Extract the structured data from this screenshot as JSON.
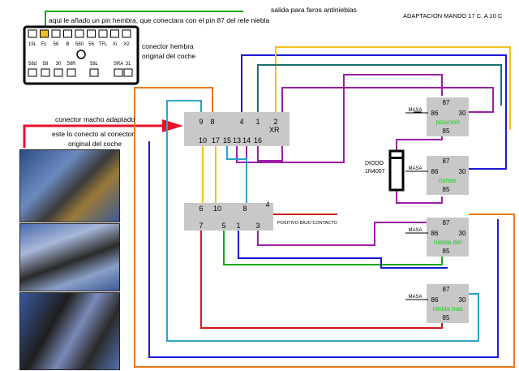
{
  "title": "ADAPTACION MANDO 17 C. A 10 C",
  "annotations": {
    "fog_output": "salida para faros antinieblas",
    "pin_added": "aqui le añado un pin hembra, que conectara con el pin 87 del rele niebla",
    "female_connector_line1": "conector hembra",
    "female_connector_line2": "original del coche",
    "male_connector": "conector macho adaptado",
    "connect_line1": "este lo conecto al conector",
    "connect_line2": "original del coche",
    "positivo": "POSITIVO BAJO CONTACTO",
    "diode_line1": "DIODO",
    "diode_line2": "1N4007"
  },
  "connector17": {
    "top_row": [
      "15L",
      "FL",
      "56",
      "B",
      "560",
      "56",
      "TFL",
      "Xi",
      "X2"
    ],
    "bottom_row": [
      "58d",
      "58",
      "30",
      "58R",
      "58L",
      "SRA",
      "31"
    ]
  },
  "block_xr": {
    "label": "XR",
    "top_pins": [
      "9",
      "8",
      "4",
      "1",
      "2"
    ],
    "bottom_pins": [
      "10",
      "17",
      "15",
      "13",
      "14",
      "16"
    ]
  },
  "block_10": {
    "top_pins": [
      "6",
      "10",
      "8",
      "4"
    ],
    "bottom_pins": [
      "7",
      "5",
      "1",
      "3"
    ]
  },
  "relays": [
    {
      "name": "posicion",
      "masa": "MASA",
      "p87": "87",
      "p86": "86",
      "p30": "30",
      "p85": "85"
    },
    {
      "name": "cortas",
      "masa": "MASA",
      "p87": "87",
      "p86": "86",
      "p30": "30",
      "p85": "85"
    },
    {
      "name": "niebla del",
      "masa": "MASA",
      "p87": "87",
      "p86": "86",
      "p30": "30",
      "p85": "85"
    },
    {
      "name": "niebla tras",
      "masa": "MASA",
      "p87": "87",
      "p86": "86",
      "p30": "30",
      "p85": "85"
    }
  ],
  "colors": {
    "wire_blue": "#1a1ad8",
    "wire_purple": "#9b1fa8",
    "wire_orange": "#e87a1e",
    "wire_yellow": "#f0c020",
    "wire_red": "#d01818",
    "wire_green": "#1aa81a",
    "wire_teal": "#1a7070",
    "wire_cyan": "#2aa4c8",
    "relay_fill": "#c8c8c8",
    "relay_label": "#22cc22"
  }
}
